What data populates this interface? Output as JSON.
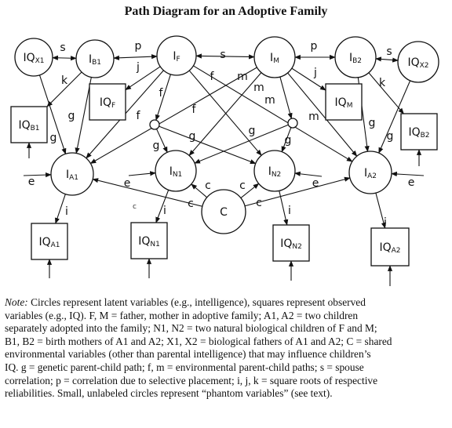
{
  "title": "Path Diagram for an Adoptive Family",
  "diagram": {
    "nodes": [
      {
        "id": "IQX1",
        "base": "IQ",
        "sub": "X1",
        "shape": "circle"
      },
      {
        "id": "IB1",
        "base": "I",
        "sub": "B1",
        "shape": "circle"
      },
      {
        "id": "IF",
        "base": "I",
        "sub": "F",
        "shape": "circle"
      },
      {
        "id": "IM",
        "base": "I",
        "sub": "M",
        "shape": "circle"
      },
      {
        "id": "IB2",
        "base": "I",
        "sub": "B2",
        "shape": "circle"
      },
      {
        "id": "IQX2",
        "base": "IQ",
        "sub": "X2",
        "shape": "circle"
      },
      {
        "id": "IA1",
        "base": "I",
        "sub": "A1",
        "shape": "circle"
      },
      {
        "id": "IN1",
        "base": "I",
        "sub": "N1",
        "shape": "circle"
      },
      {
        "id": "IN2",
        "base": "I",
        "sub": "N2",
        "shape": "circle"
      },
      {
        "id": "IA2",
        "base": "I",
        "sub": "A2",
        "shape": "circle"
      },
      {
        "id": "C",
        "base": "C",
        "sub": "",
        "shape": "circle"
      },
      {
        "id": "PH1",
        "base": "",
        "sub": "",
        "shape": "phantom"
      },
      {
        "id": "PH2",
        "base": "",
        "sub": "",
        "shape": "phantom"
      },
      {
        "id": "IQB1",
        "base": "IQ",
        "sub": "B1",
        "shape": "square"
      },
      {
        "id": "IQF",
        "base": "IQ",
        "sub": "F",
        "shape": "square"
      },
      {
        "id": "IQM",
        "base": "IQ",
        "sub": "M",
        "shape": "square"
      },
      {
        "id": "IQB2",
        "base": "IQ",
        "sub": "B2",
        "shape": "square"
      },
      {
        "id": "IQA1",
        "base": "IQ",
        "sub": "A1",
        "shape": "square"
      },
      {
        "id": "IQN1",
        "base": "IQ",
        "sub": "N1",
        "shape": "square"
      },
      {
        "id": "IQN2",
        "base": "IQ",
        "sub": "N2",
        "shape": "square"
      },
      {
        "id": "IQA2",
        "base": "IQ",
        "sub": "A2",
        "shape": "square"
      }
    ],
    "edges": [
      {
        "from": "IQX1",
        "to": "IB1",
        "label": "s",
        "type": "double"
      },
      {
        "from": "IB1",
        "to": "IF",
        "label": "p",
        "type": "double"
      },
      {
        "from": "IF",
        "to": "IM",
        "label": "s",
        "type": "double"
      },
      {
        "from": "IM",
        "to": "IB2",
        "label": "p",
        "type": "double"
      },
      {
        "from": "IB2",
        "to": "IQX2",
        "label": "s",
        "type": "double"
      },
      {
        "from": "IB1",
        "to": "IQB1",
        "label": "k",
        "type": "arrow"
      },
      {
        "from": "IF",
        "to": "IQF",
        "label": "j",
        "type": "arrow"
      },
      {
        "from": "IM",
        "to": "IQM",
        "label": "j",
        "type": "arrow"
      },
      {
        "from": "IB2",
        "to": "IQB2",
        "label": "k",
        "type": "arrow"
      },
      {
        "from": "IQX1",
        "to": "IA1",
        "label": "g",
        "type": "arrow"
      },
      {
        "from": "IB1",
        "to": "IA1",
        "label": "g",
        "type": "arrow"
      },
      {
        "from": "IQX2",
        "to": "IA2",
        "label": "g",
        "type": "arrow"
      },
      {
        "from": "IB2",
        "to": "IA2",
        "label": "g",
        "type": "arrow"
      },
      {
        "from": "IF",
        "to": "IA1",
        "label": "f",
        "type": "arrow"
      },
      {
        "from": "IF",
        "to": "PH1",
        "label": "f",
        "type": "arrow"
      },
      {
        "from": "IF",
        "to": "IN2",
        "label": "f",
        "type": "arrow"
      },
      {
        "from": "IF",
        "to": "IA2",
        "label": "f",
        "type": "arrow"
      },
      {
        "from": "IM",
        "to": "IA1",
        "label": "m",
        "type": "arrow"
      },
      {
        "from": "IM",
        "to": "PH2",
        "label": "m",
        "type": "arrow"
      },
      {
        "from": "IM",
        "to": "IN1",
        "label": "m",
        "type": "arrow"
      },
      {
        "from": "IM",
        "to": "IA2",
        "label": "m",
        "type": "arrow"
      },
      {
        "from": "PH1",
        "to": "IN1",
        "label": "g",
        "type": "arrow"
      },
      {
        "from": "PH1",
        "to": "IN2",
        "label": "g",
        "type": "arrow"
      },
      {
        "from": "PH2",
        "to": "IN1",
        "label": "g",
        "type": "arrow"
      },
      {
        "from": "PH2",
        "to": "IN2",
        "label": "g",
        "type": "arrow"
      },
      {
        "from": "C",
        "to": "IA1",
        "label": "c",
        "type": "arrow"
      },
      {
        "from": "C",
        "to": "IN1",
        "label": "c",
        "type": "arrow"
      },
      {
        "from": "C",
        "to": "IN2",
        "label": "c",
        "type": "arrow"
      },
      {
        "from": "C",
        "to": "IA2",
        "label": "c",
        "type": "arrow"
      },
      {
        "from": "IA1",
        "to": "IQA1",
        "label": "i",
        "type": "arrow"
      },
      {
        "from": "IN1",
        "to": "IQN1",
        "label": "i",
        "type": "arrow"
      },
      {
        "from": "IN2",
        "to": "IQN2",
        "label": "i",
        "type": "arrow"
      },
      {
        "from": "IA2",
        "to": "IQA2",
        "label": "i",
        "type": "arrow"
      }
    ],
    "residuals": [
      {
        "to": "IA1",
        "label": "e"
      },
      {
        "to": "IN1",
        "label": "e"
      },
      {
        "to": "IN2",
        "label": "e"
      },
      {
        "to": "IA2",
        "label": "e"
      },
      {
        "to": "IQB1",
        "label": ""
      },
      {
        "to": "IQB2",
        "label": ""
      },
      {
        "to": "IQA1",
        "label": ""
      },
      {
        "to": "IQN1",
        "label": ""
      },
      {
        "to": "IQN2",
        "label": ""
      },
      {
        "to": "IQA2",
        "label": ""
      }
    ],
    "stray_marks": [
      "c"
    ]
  },
  "note": {
    "label": "Note:",
    "lines": [
      "Circles represent latent variables (e.g., intelligence), squares represent observed",
      "variables (e.g., IQ). F, M = father, mother in adoptive family; A1, A2 = two children",
      "separately adopted into the family; N1, N2 = two natural biological children of F and M;",
      "B1, B2 = birth mothers of A1 and A2; X1, X2 = biological fathers of A1 and A2; C = shared",
      "environmental variables (other than parental intelligence) that may influence children’s",
      "IQ. g = genetic parent-child path; f, m = environmental parent-child paths; s = spouse",
      "correlation; p = correlation due to selective placement; i, j, k = square roots of respective",
      "reliabilities. Small, unlabeled circles represent “phantom variables” (see text)."
    ]
  }
}
